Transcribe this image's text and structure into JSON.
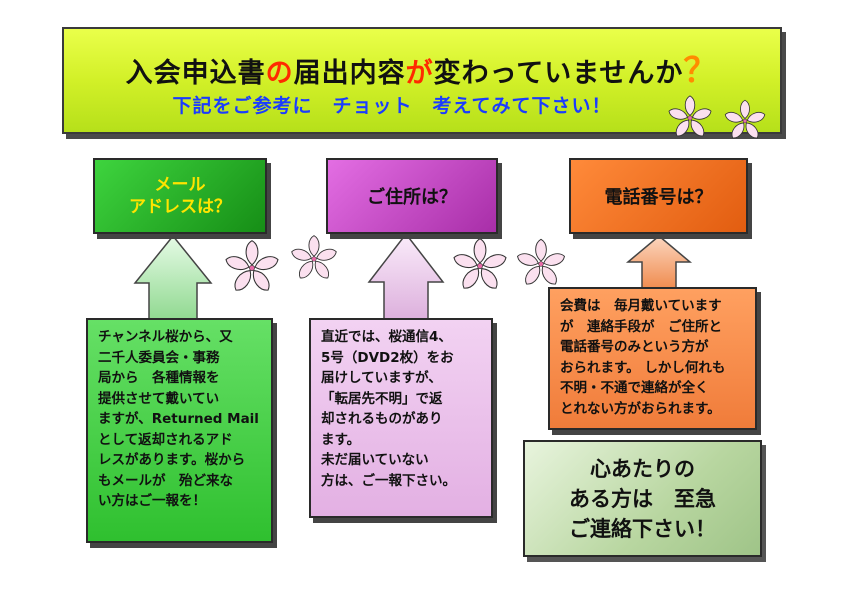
{
  "title": {
    "part1": "入会申込書",
    "accent1": "の",
    "part2": "届出内容",
    "accent2": "が",
    "part3": "変わっていませんか",
    "question": "？",
    "subtitle": "下記をご参考に　チョット　考えてみて下さい！"
  },
  "categories": {
    "email": {
      "line1": "メール",
      "line2": "アドレスは？"
    },
    "address": {
      "label": "ご住所は？"
    },
    "phone": {
      "label": "電話番号は？"
    }
  },
  "panels": {
    "email": "チャンネル桜から、又\n二千人委員会・事務\n局から　各種情報を\n提供させて戴いてい\nますが、Returned Mail\nとして返却されるアド\nレスがあります。桜から\nもメールが　殆ど来な\nい方はご一報を！",
    "address": "直近では、桜通信4、\n5号（DVD2枚）をお\n届けしていますが、\n「転居先不明」で返\n却されるものがあり\nます。\n未だ届いていない\n方は、ご一報下さい。",
    "phone": "会費は　毎月戴いています\nが　連絡手段が　ご住所と\n電話番号のみという方が\nおられます。 しかし何れも\n不明・不通で連絡が全く\nとれない方がおられます。"
  },
  "notice": {
    "line1": "心あたりの",
    "line2": "ある方は　至急",
    "line3": "ご連絡下さい！"
  },
  "colors": {
    "title_bg": "#d2f028",
    "title_accent": "#ff2a00",
    "subtitle": "#1a3cff",
    "email": "#2fc02f",
    "address": "#e3b0e3",
    "phone": "#f07c3a",
    "notice": "#b8d6a0"
  }
}
